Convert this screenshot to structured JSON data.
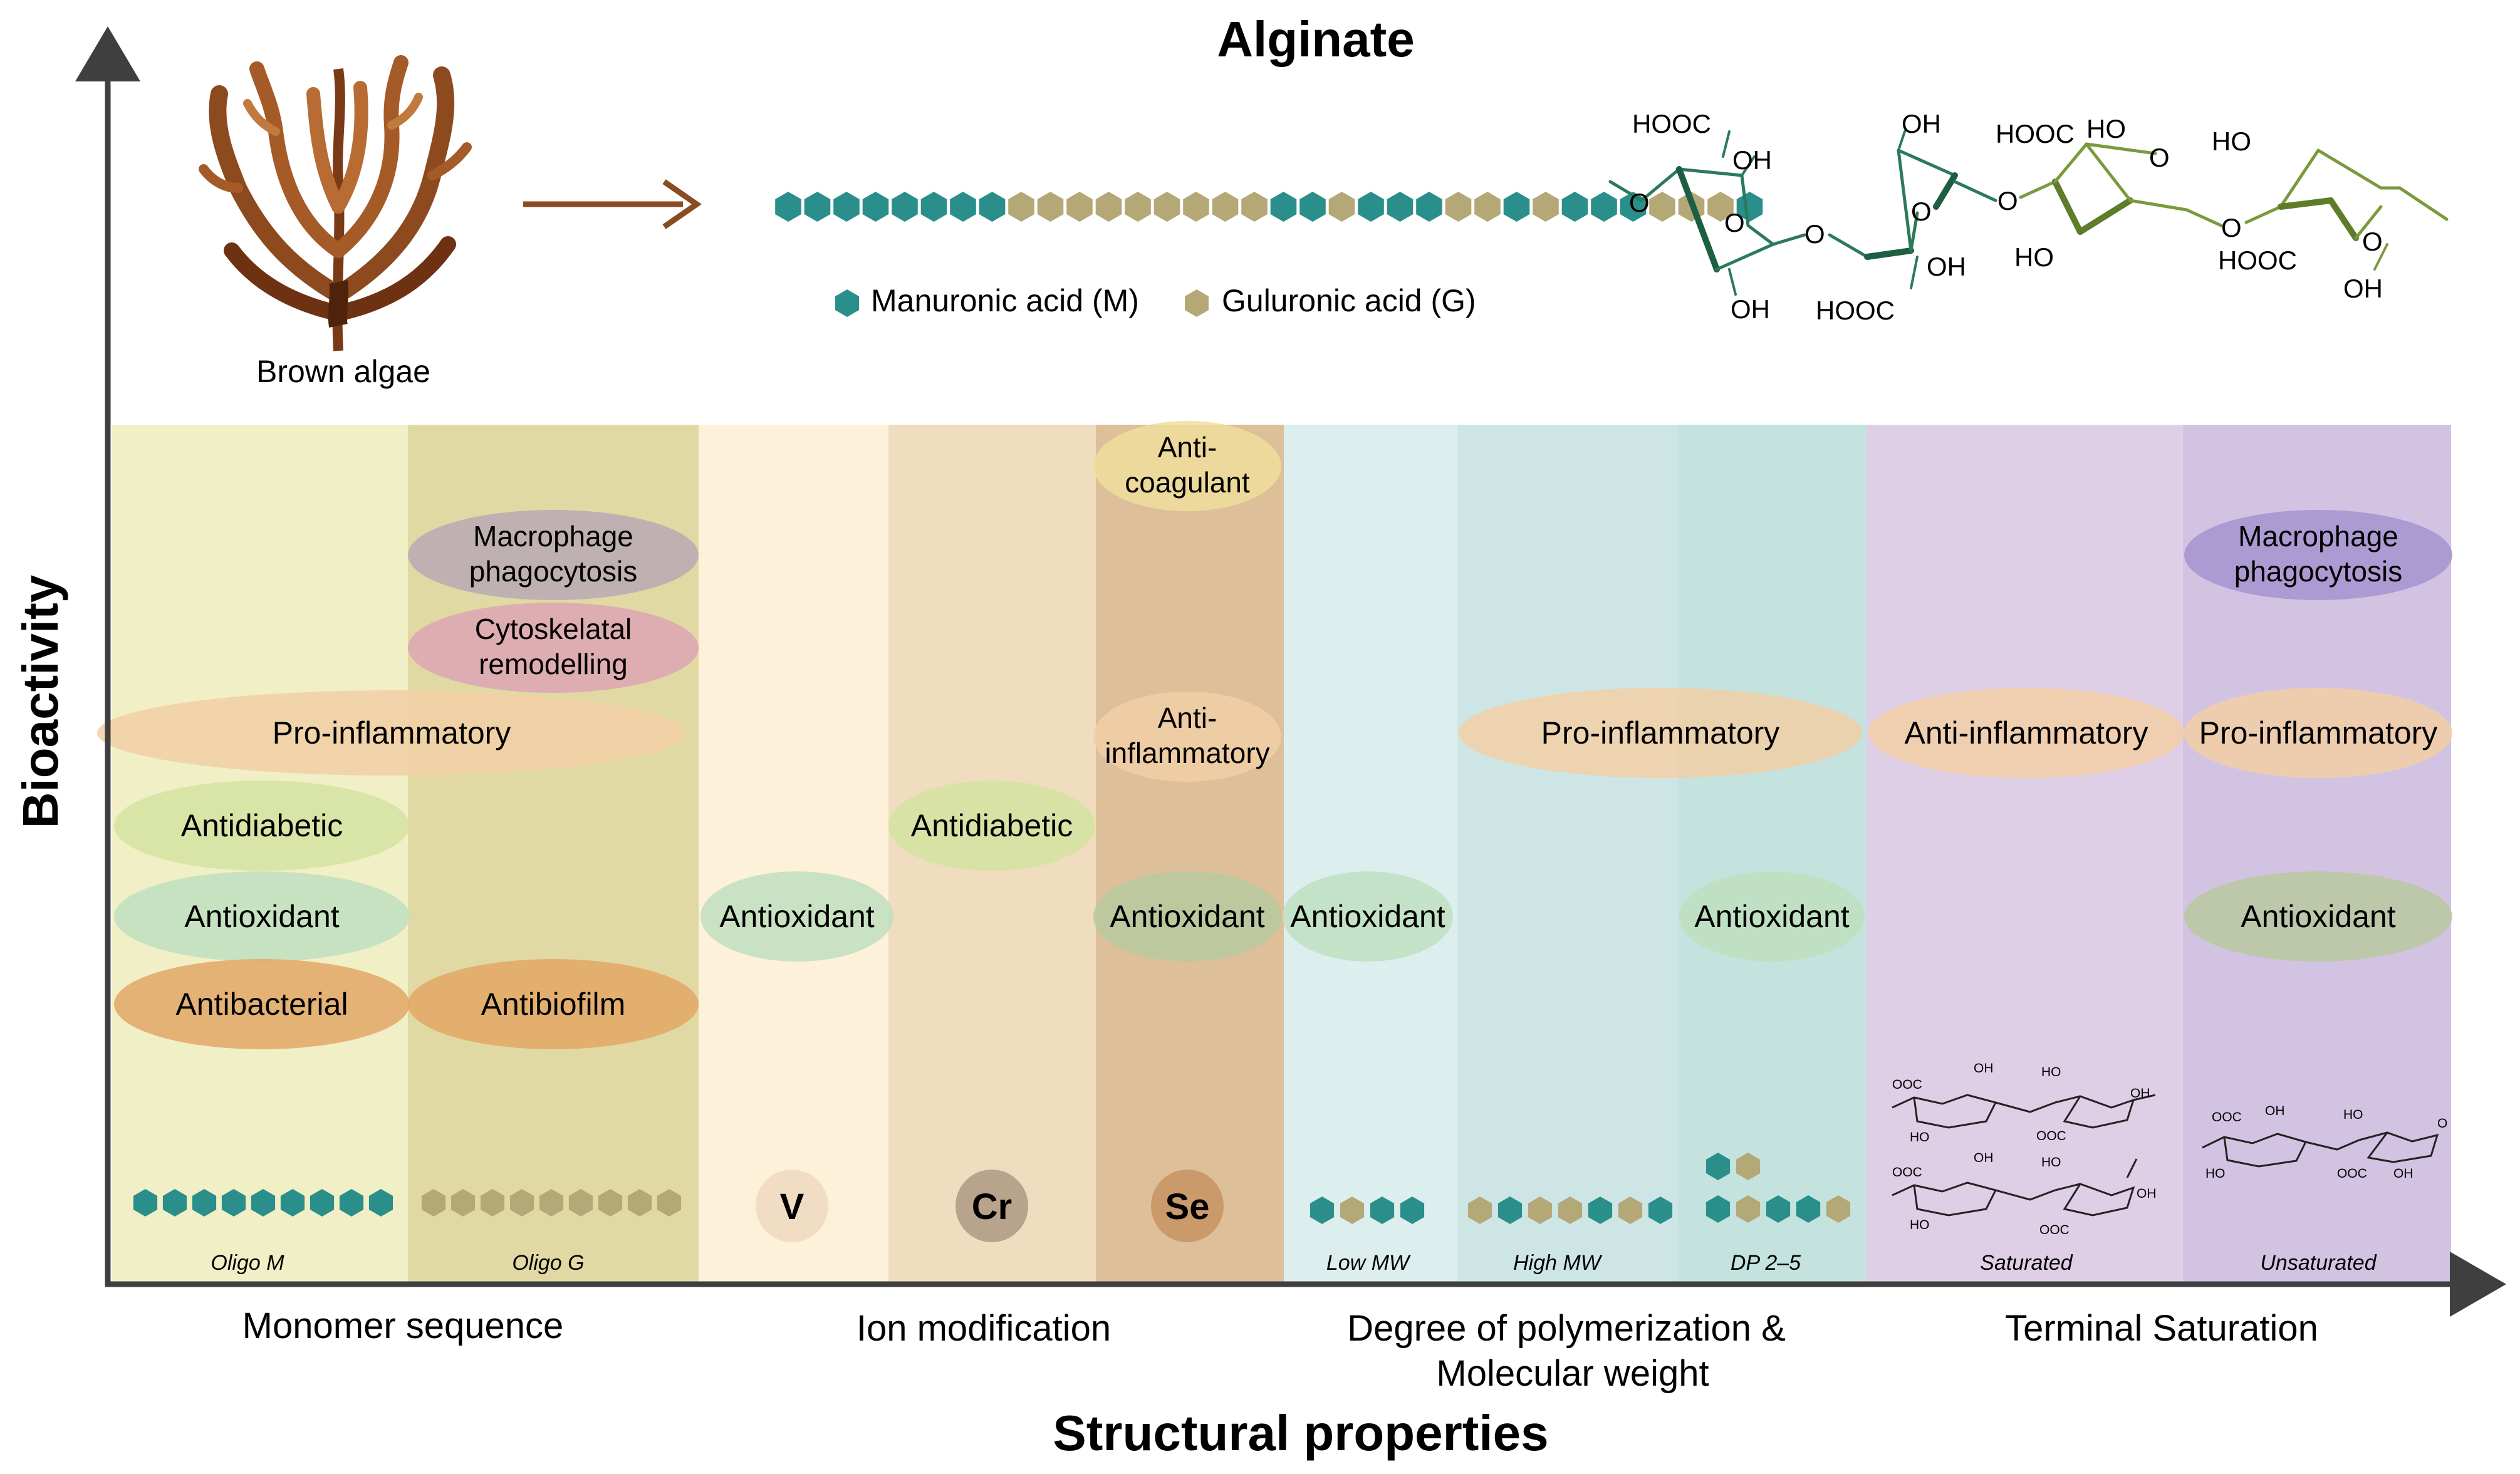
{
  "title": "Alginate",
  "y_axis_title": "Bioactivity",
  "x_axis_title": "Structural properties",
  "source": {
    "label": "Brown algae",
    "icon": "brown-algae-icon"
  },
  "legend": [
    {
      "label": "Manuronic acid (M)",
      "color": "#2a8f8b"
    },
    {
      "label": "Guluronic acid (G)",
      "color": "#b5a877"
    }
  ],
  "chain_sequence": "MMMMMMMMGGGGGGGGGMMGMMMGGMGMMMGGGM",
  "chem_labels": {
    "hooc_1": "HOOC",
    "oh_1": "OH",
    "o_1": "O",
    "oh_2": "OH",
    "o_link_1": "O",
    "oh_3": "OH",
    "o_2": "O",
    "oh_4": "OH",
    "hooc_2": "HOOC",
    "o_link_2": "O",
    "hooc_3": "HOOC",
    "ho_1": "HO",
    "o_3": "O",
    "ho_2": "HO",
    "o_link_3": "O",
    "ho_3": "HO",
    "hooc_4": "HOOC",
    "o_4": "O",
    "oh_5": "OH",
    "oh_tiny": "OH",
    "ho_tiny": "HO",
    "ooc_tiny": "OOC",
    "o_tiny": "O",
    "minus": "-"
  },
  "groups": [
    {
      "label": "Monomer sequence"
    },
    {
      "label": "Ion modification"
    },
    {
      "label": "Degree of polymerization &",
      "label2": "Molecular weight"
    },
    {
      "label": "Terminal Saturation"
    }
  ],
  "columns": [
    {
      "id": "oligo-m",
      "sublabel": "Oligo M",
      "color": "#f1efc6"
    },
    {
      "id": "oligo-g",
      "sublabel": "Oligo G",
      "color": "#e0d9a3"
    },
    {
      "id": "v",
      "ion": "V",
      "color": "#fdf1da"
    },
    {
      "id": "cr",
      "ion": "Cr",
      "color": "#f0dcbf"
    },
    {
      "id": "se",
      "ion": "Se",
      "color": "#ddbf9a"
    },
    {
      "id": "low-mw",
      "sublabel": "Low MW",
      "color": "#dcefee"
    },
    {
      "id": "high-mw",
      "sublabel": "High MW",
      "color": "#cde6e5"
    },
    {
      "id": "dp",
      "sublabel": "DP 2–5",
      "color": "#c4e3de"
    },
    {
      "id": "saturated",
      "sublabel": "Saturated",
      "color": "#dfcfe6"
    },
    {
      "id": "unsaturated",
      "sublabel": "Unsaturated",
      "color": "#d3c3e3"
    }
  ],
  "bioactivities": {
    "oligo_m_antidiabetic": "Antidiabetic",
    "oligo_m_antioxidant": "Antioxidant",
    "oligo_m_antibacterial": "Antibacterial",
    "monomer_proinflammatory": "Pro-inflammatory",
    "oligo_g_macrophage_1": "Macrophage",
    "oligo_g_macrophage_2": "phagocytosis",
    "oligo_g_cytoskeletal_1": "Cytoskelatal",
    "oligo_g_cytoskeletal_2": "remodelling",
    "oligo_g_antibiofilm": "Antibiofilm",
    "v_antioxidant": "Antioxidant",
    "cr_antidiabetic": "Antidiabetic",
    "se_anticoagulant_1": "Anti-",
    "se_anticoagulant_2": "coagulant",
    "se_antiinflammatory_1": "Anti-",
    "se_antiinflammatory_2": "inflammatory",
    "se_antioxidant": "Antioxidant",
    "lowmw_antioxidant": "Antioxidant",
    "mw_proinflammatory": "Pro-inflammatory",
    "dp_antioxidant": "Antioxidant",
    "sat_antiinflammatory": "Anti-inflammatory",
    "unsat_macrophage_1": "Macrophage",
    "unsat_macrophage_2": "phagocytosis",
    "unsat_proinflammatory": "Pro-inflammatory",
    "unsat_antioxidant": "Antioxidant"
  },
  "pill_colors": {
    "green": "#d4e3a0",
    "mint": "#bfdfbf",
    "orange": "#e3a766",
    "peach": "#f2cfa6",
    "mauve": "#b9a9b4",
    "pink": "#dca5b4",
    "yellow": "#f1dd9c",
    "sage": "#b9c9a0",
    "purple": "#a594d0"
  }
}
